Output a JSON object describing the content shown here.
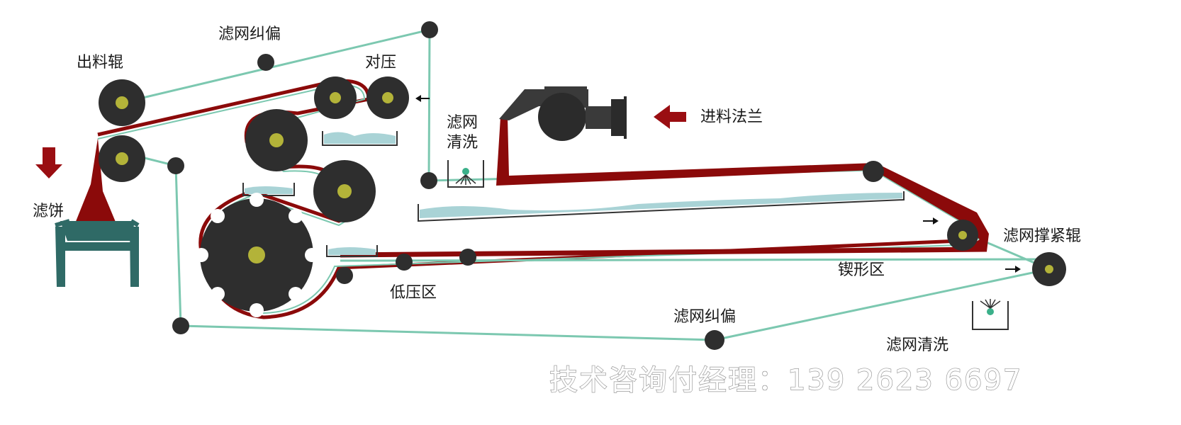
{
  "labels": {
    "discharge_roller": "出料辊",
    "deviation_top": "滤网纠偏",
    "counter_press": "对压",
    "screen_wash_top": "滤网",
    "screen_wash_top_2": "清洗",
    "feed_flange": "进料法兰",
    "filter_cake": "滤饼",
    "tension_roller": "滤网撑紧辊",
    "wedge_zone": "锲形区",
    "low_pressure_zone": "低压区",
    "deviation_bottom": "滤网纠偏",
    "screen_wash_bottom": "滤网清洗"
  },
  "watermark": "技术咨询付经理：139 2623 6697",
  "colors": {
    "belt": "#7cc8b0",
    "sludge": "#8b0a0a",
    "roller": "#2e2e2e",
    "hub": "#b3b339",
    "water": "#a9d3d6",
    "hopper": "#2f6a66",
    "arrow_red": "#9a0e12"
  }
}
